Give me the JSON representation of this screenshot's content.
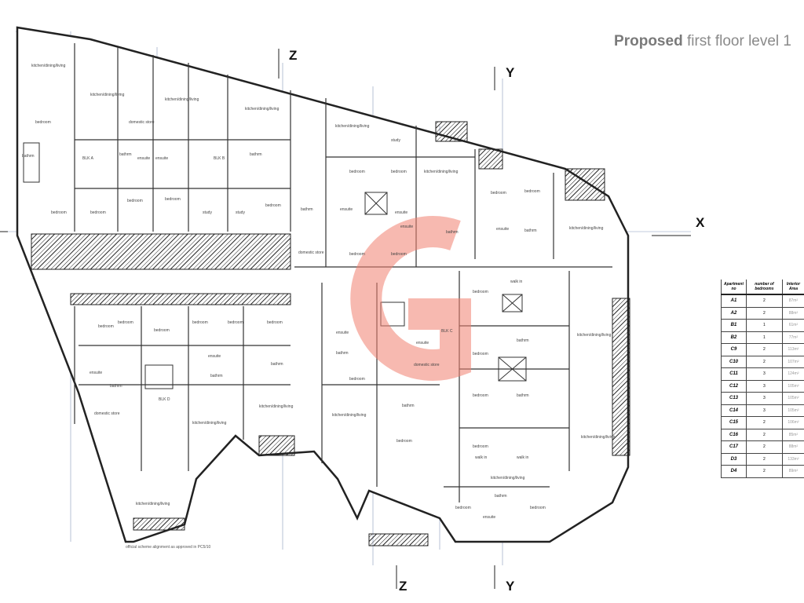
{
  "title": {
    "bold": "Proposed",
    "rest": " first floor level 1"
  },
  "axes": {
    "z_top": "Z",
    "z_bottom": "Z",
    "y_top": "Y",
    "y_bottom": "Y",
    "x_right": "X"
  },
  "logo_letter": "G",
  "blocks": [
    "BLK A",
    "BLK B",
    "BLK C",
    "BLK D"
  ],
  "rooms": {
    "kdl": "kitchen/dining/living",
    "bedroom": "bedroom",
    "bathrm": "bathrm",
    "ensuite": "ensuite",
    "study": "study",
    "domestic_store": "domestic store",
    "walk_in": "walk in"
  },
  "note": "official scheme alignment as approved in PC5/10",
  "schedule": {
    "headers": [
      "Apartment no",
      "number of bedrooms",
      "Interior Area"
    ],
    "rows": [
      [
        "A1",
        "2",
        "87m²"
      ],
      [
        "A2",
        "2",
        "88m²"
      ],
      [
        "B1",
        "1",
        "61m²"
      ],
      [
        "B2",
        "1",
        "77m²"
      ],
      [
        "C9",
        "2",
        "113m²"
      ],
      [
        "C10",
        "2",
        "107m²"
      ],
      [
        "C11",
        "3",
        "124m²"
      ],
      [
        "C12",
        "3",
        "105m²"
      ],
      [
        "C13",
        "3",
        "105m²"
      ],
      [
        "C14",
        "3",
        "105m²"
      ],
      [
        "C15",
        "2",
        "106m²"
      ],
      [
        "C16",
        "2",
        "85m²"
      ],
      [
        "C17",
        "2",
        "88m²"
      ],
      [
        "D3",
        "2",
        "133m²"
      ],
      [
        "D4",
        "2",
        "89m²"
      ]
    ]
  },
  "colors": {
    "wall": "#333333",
    "grid": "#6a7fa8",
    "logo": "#f08070"
  }
}
